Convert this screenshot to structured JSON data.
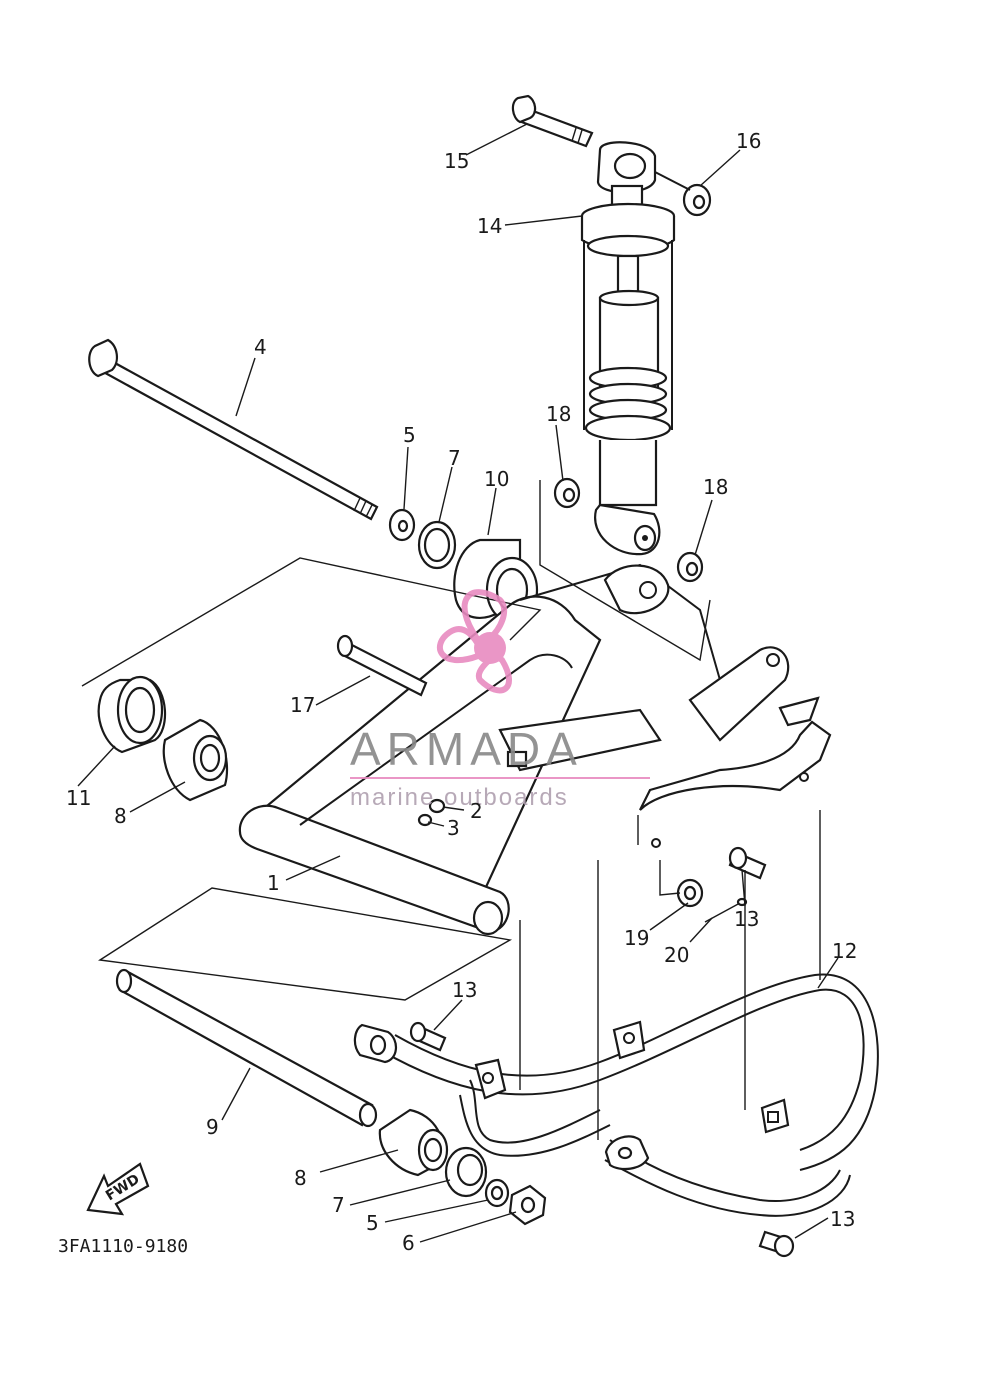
{
  "diagram_code": "3FA1110-9180",
  "watermark": {
    "brand": "ARMADA",
    "tagline": "marine outboards",
    "accent": "#e88bc0"
  },
  "fwd_arrow": "FWD",
  "callouts": {
    "c1": "1",
    "c2": "2",
    "c3": "3",
    "c4": "4",
    "c5a": "5",
    "c5b": "5",
    "c6": "6",
    "c7a": "7",
    "c7b": "7",
    "c8a": "8",
    "c8b": "8",
    "c9": "9",
    "c10": "10",
    "c11": "11",
    "c12": "12",
    "c13a": "13",
    "c13b": "13",
    "c13c": "13",
    "c14": "14",
    "c15": "15",
    "c16": "16",
    "c17": "17",
    "c18a": "18",
    "c18b": "18",
    "c19": "19",
    "c20": "20"
  }
}
